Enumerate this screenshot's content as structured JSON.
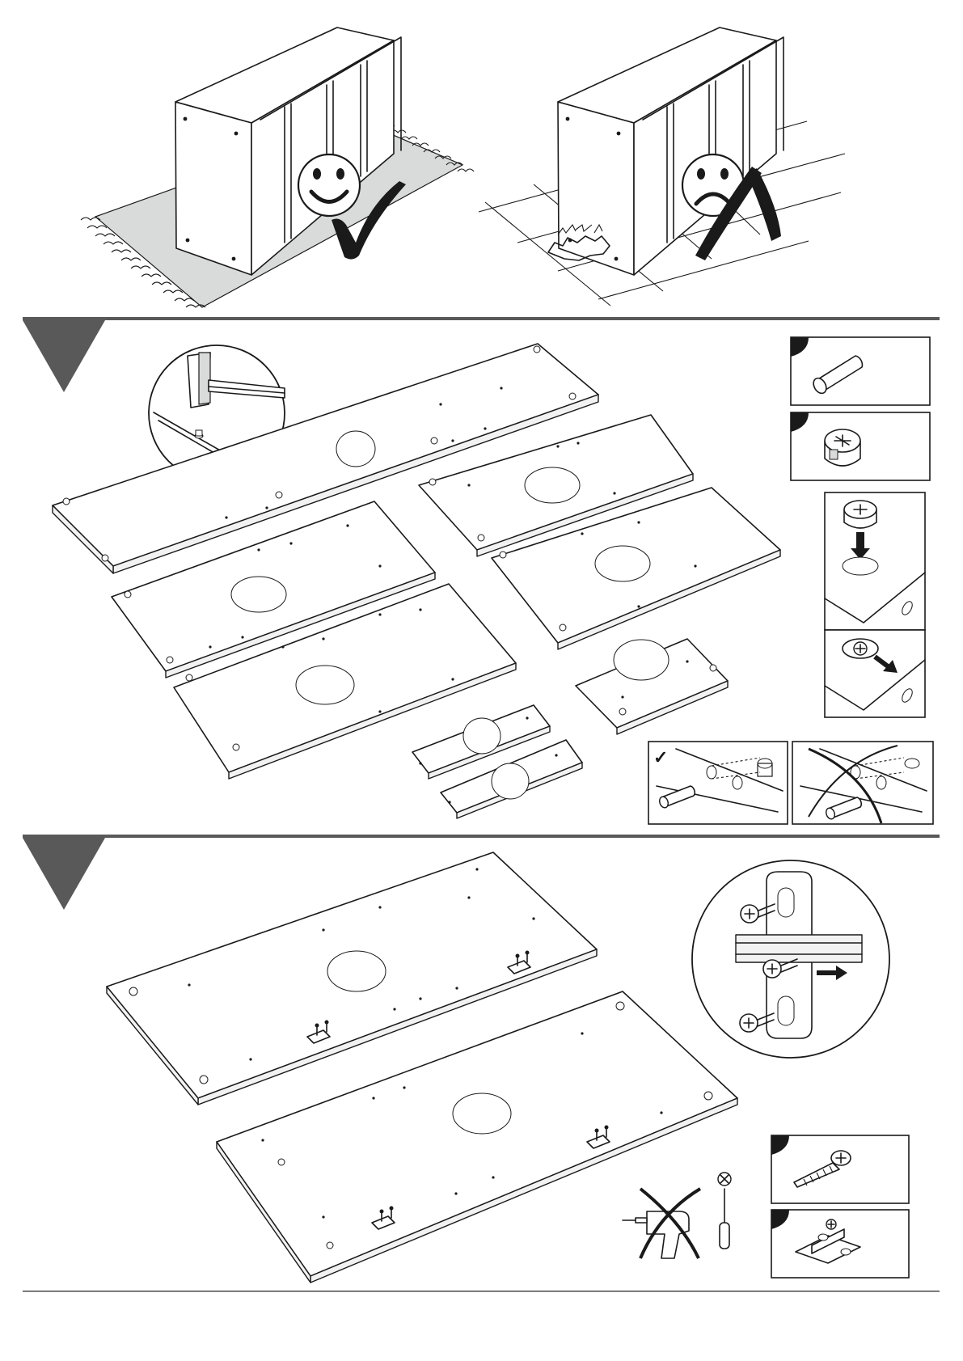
{
  "colors": {
    "ink": "#1a1a1a",
    "rug": "#d9dbda",
    "step_marker": "#595959",
    "divider": "#595959"
  },
  "top_section": {
    "good_example": {
      "surface": "rug",
      "face": "smiley-face",
      "verdict": "check-mark"
    },
    "bad_example": {
      "surface": "hard-tiled-floor",
      "face": "sad-face",
      "verdict": "x-mark"
    }
  },
  "step_1": {
    "marker": "step-triangle",
    "callouts": [
      "hammer-detail-circle"
    ],
    "panels": [
      "long-top-panel",
      "side-panel-a",
      "side-panel-b",
      "bottom-panel-a",
      "shelf-panel-a",
      "shelf-panel-b",
      "small-panel",
      "strip-panel-a",
      "strip-panel-b"
    ],
    "parts": [
      "wooden-dowel",
      "cam-lock-fitting"
    ],
    "detail_boxes": [
      "cam-insert-diagram",
      "cam-turn-diagram",
      "dowel-correct-diagram",
      "dowel-wrong-diagram"
    ],
    "correct_symbol": "✓"
  },
  "step_2": {
    "marker": "step-triangle",
    "callouts": [
      "hinge-mount-detail-circle"
    ],
    "panels": [
      "door-panel-upper",
      "door-panel-lower"
    ],
    "parts": [
      "wood-screw",
      "hinge-mounting-plate"
    ],
    "tools": {
      "power_drill": "not-allowed",
      "screwdriver": "allowed"
    }
  }
}
